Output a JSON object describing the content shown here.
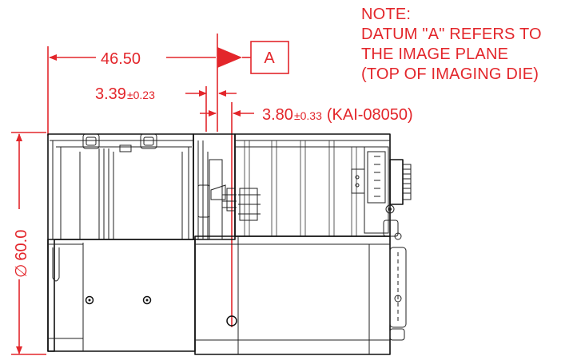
{
  "note": {
    "lines": [
      "NOTE:",
      "DATUM \"A\" REFERS TO",
      "THE IMAGE PLANE",
      "(TOP OF IMAGING DIE)"
    ]
  },
  "datum": {
    "label": "A"
  },
  "dimensions": {
    "overall_length": "46.50",
    "offset_1_value": "3.39",
    "offset_1_tolerance": "±0.23",
    "offset_2_value": "3.80",
    "offset_2_tolerance": "±0.33",
    "offset_2_note": "(KAI-08050)",
    "diameter_symbol": "∅",
    "diameter_value": "60.0"
  },
  "colors": {
    "dimension": "#e3262b",
    "outline": "#111111",
    "background": "#ffffff"
  }
}
